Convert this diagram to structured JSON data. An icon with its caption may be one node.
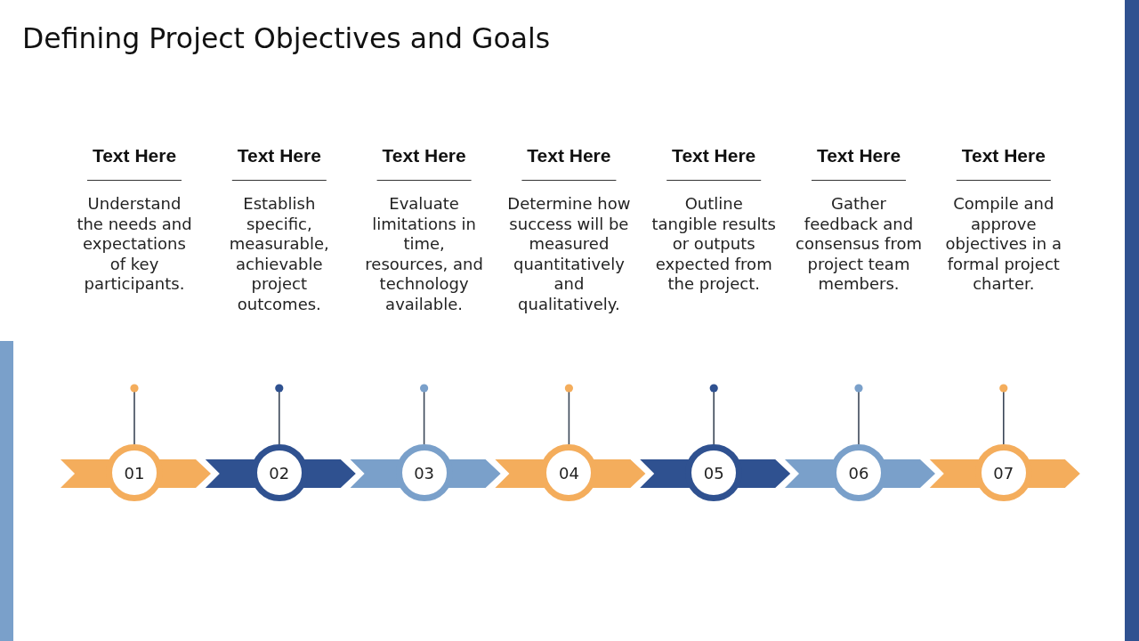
{
  "diagram": {
    "title": "Defining Project Objectives and Goals",
    "nodes": [
      {
        "text": [
          "01"
        ],
        "beside": [
          "Text Here",
          "Understand the needs and expectations of key participants."
        ]
      },
      {
        "text": [
          "02"
        ],
        "beside": [
          "Text Here",
          "Establish specific, measurable, achievable project outcomes."
        ]
      },
      {
        "text": [
          "03"
        ],
        "beside": [
          "Text Here",
          "Evaluate limitations in time, resources, and technology available."
        ]
      },
      {
        "text": [
          "04"
        ],
        "beside": [
          "Text Here",
          "Determine how success will be measured quantitatively and qualitatively."
        ]
      },
      {
        "text": [
          "05"
        ],
        "beside": [
          "Text Here",
          "Outline tangible results or outputs expected from the project."
        ]
      },
      {
        "text": [
          "06"
        ],
        "beside": [
          "Text Here",
          "Gather feedback and consensus from project team members."
        ]
      },
      {
        "text": [
          "07"
        ],
        "beside": [
          "Text Here",
          "Compile and approve objectives in a formal project charter."
        ]
      }
    ],
    "edges": [
      {
        "from": null,
        "to": 0,
        "arrow": "other"
      },
      {
        "from": null,
        "to": 1,
        "arrow": "other"
      },
      {
        "from": null,
        "to": 2,
        "arrow": "other"
      },
      {
        "from": null,
        "to": 3,
        "arrow": "other"
      },
      {
        "from": null,
        "to": 4,
        "arrow": "other"
      },
      {
        "from": null,
        "to": 5,
        "arrow": "other"
      },
      {
        "from": null,
        "to": 6,
        "arrow": "other"
      }
    ]
  }
}
